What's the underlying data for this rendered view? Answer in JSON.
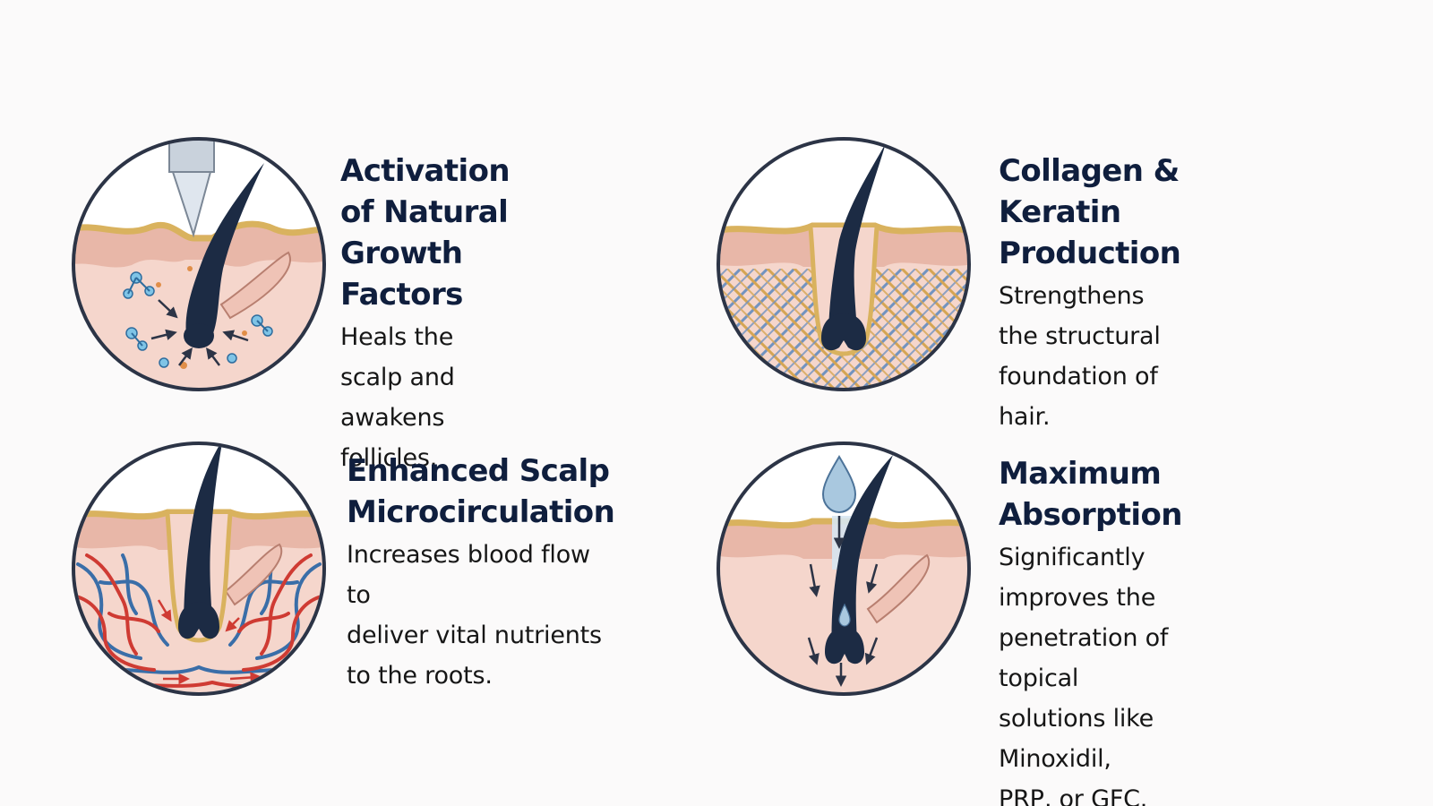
{
  "colors": {
    "heading": "#0f1e3d",
    "body_text": "#161616",
    "ring": "#2c3446",
    "hair": "#1c2b44",
    "skin": "#f5d6cc",
    "epidermis": "#e8b7a8",
    "gold_band": "#d9b25e",
    "artery": "#cf3b33",
    "vein": "#3a6ea8",
    "collagen_blue": "#6a8fbf",
    "collagen_gold": "#d3a24d",
    "droplet": "#a9c8df"
  },
  "cards": [
    {
      "icon": "needle-growth-factors-icon",
      "title_line1": "Activation of Natural",
      "title_line2": "Growth Factors",
      "desc_line1": "Heals the scalp and",
      "desc_line2": "awakens follicles."
    },
    {
      "icon": "collagen-keratin-icon",
      "title_line1": "Collagen & Keratin",
      "title_line2": "Production",
      "desc_line1": "Strengthens the structural",
      "desc_line2": "foundation of hair."
    },
    {
      "icon": "microcirculation-icon",
      "title_line1": "Enhanced Scalp",
      "title_line2": "Microcirculation",
      "desc_line1": "Increases blood flow to",
      "desc_line2": "deliver vital nutrients",
      "desc_line3": "to the roots."
    },
    {
      "icon": "absorption-droplet-icon",
      "title_line1": "Maximum",
      "title_line2": "Absorption",
      "desc_line1": "Significantly improves the",
      "desc_line2": "penetration of topical",
      "desc_line3": "solutions like Minoxidil,",
      "desc_line4": "PRP, or GFC."
    }
  ]
}
